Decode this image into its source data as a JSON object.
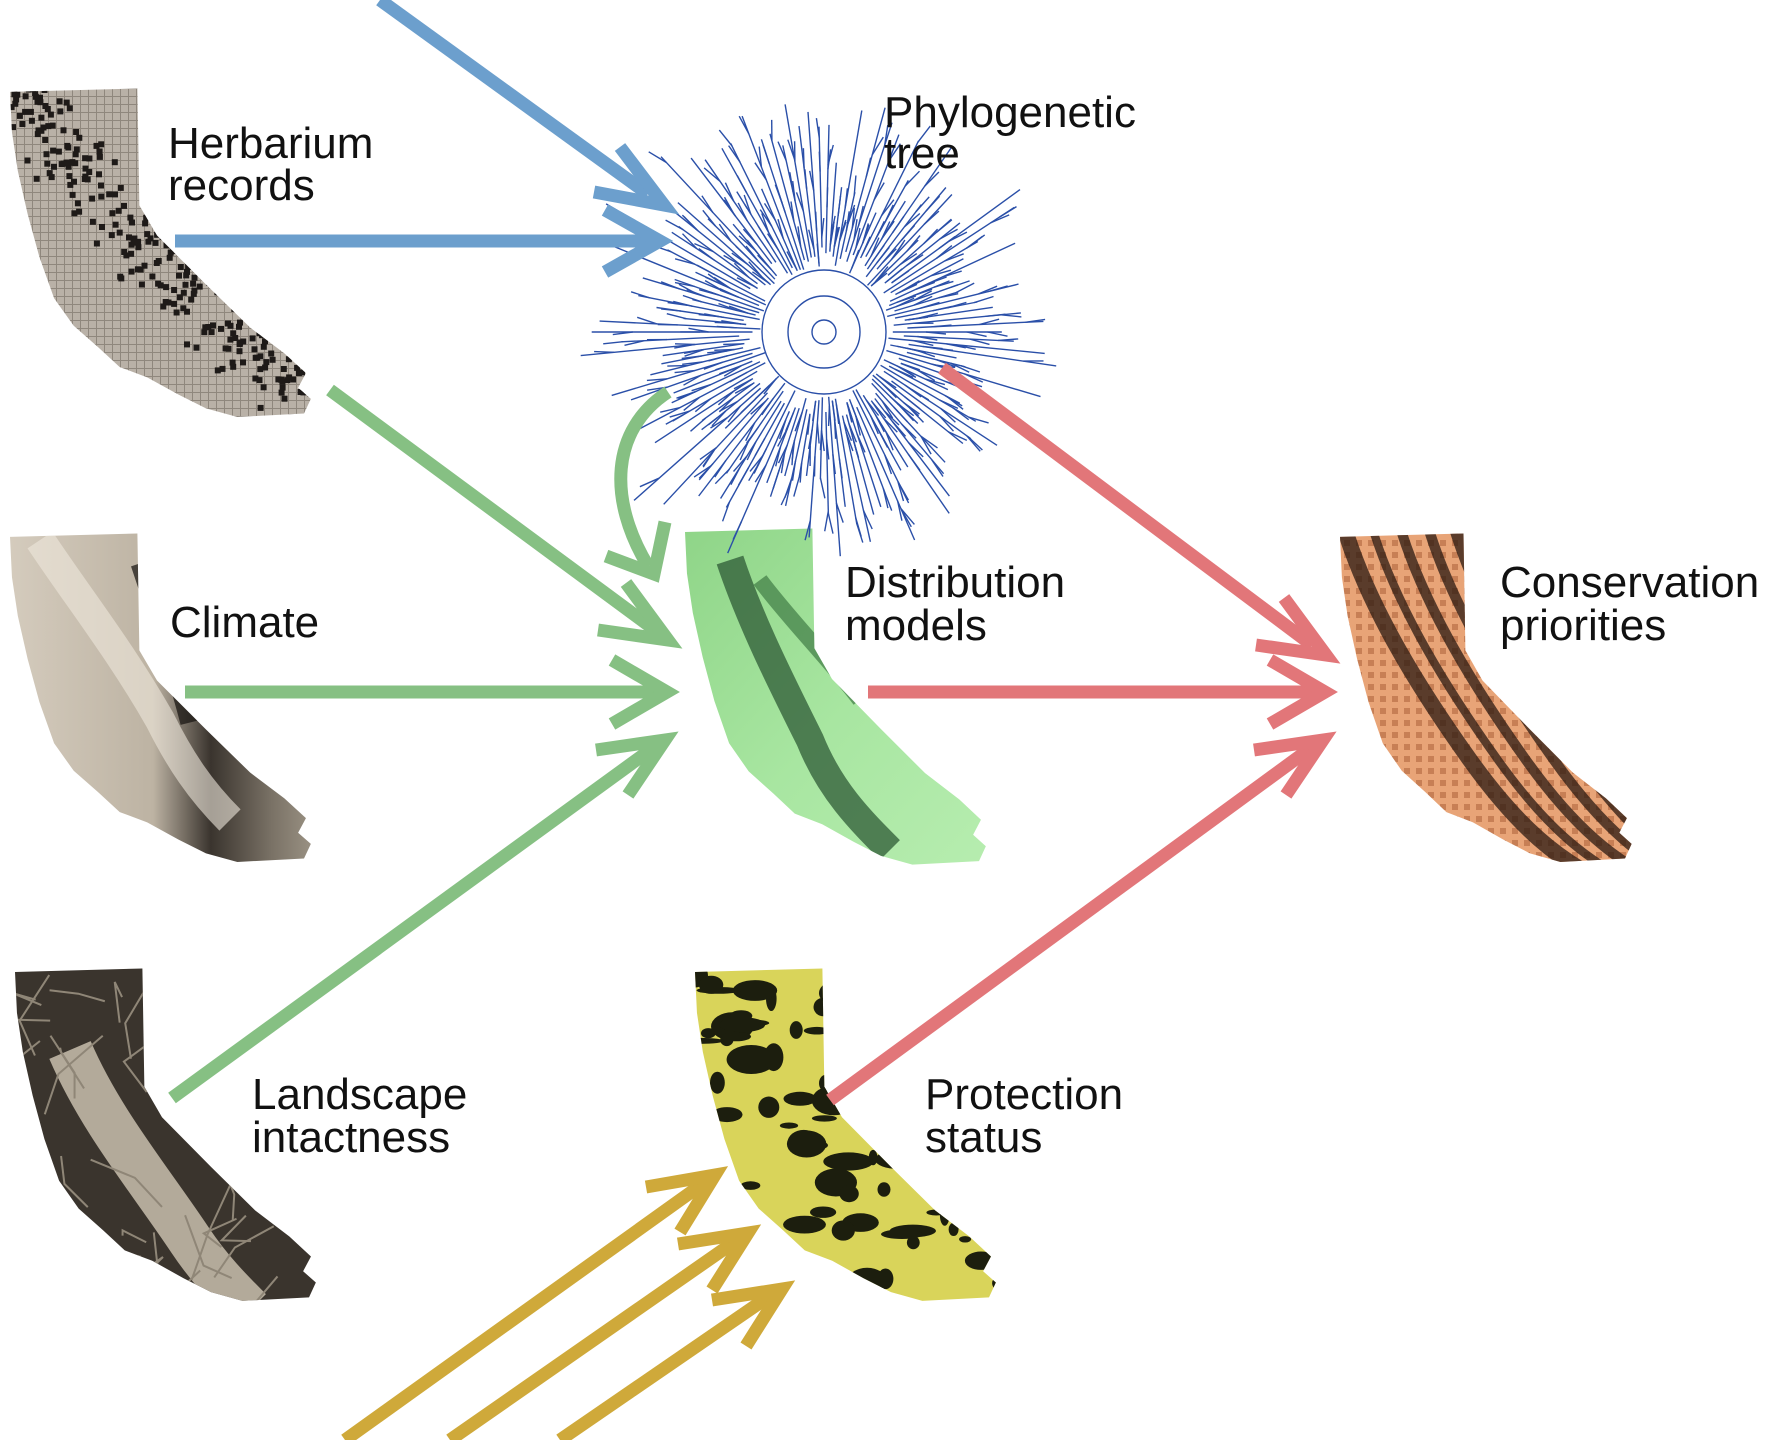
{
  "colors": {
    "blue_arrow": "#6c9fcd",
    "green_arrow": "#86c083",
    "red_arrow": "#e27679",
    "gold_arrow": "#cfa93a",
    "tree_stroke": "#2a4fa8"
  },
  "nodes": {
    "herbarium": {
      "line1": "Herbarium",
      "line2": "records",
      "map_fill": "#b6aea4",
      "map_dark": "#1e1a18"
    },
    "climate": {
      "line1": "Climate",
      "map_fill": "#cfc6b8",
      "map_dark": "#2a2622"
    },
    "landscape": {
      "line1": "Landscape",
      "line2": "intactness",
      "map_fill": "#3a342d",
      "map_light": "#c9bfae"
    },
    "phylogenetic": {
      "line1": "Phylogenetic",
      "line2": "tree",
      "icon": "radial-phylogeny-icon"
    },
    "distribution": {
      "line1": "Distribution",
      "line2": "models",
      "map_fill": "#a6e8a0",
      "map_dark": "#2d5a36"
    },
    "protection": {
      "line1": "Protection",
      "line2": "status",
      "map_fill": "#d9d45a",
      "map_dark": "#1c1e0e"
    },
    "conservation": {
      "line1": "Conservation",
      "line2": "priorities",
      "map_fill": "#e8a477",
      "map_dark": "#2b1a12"
    }
  }
}
